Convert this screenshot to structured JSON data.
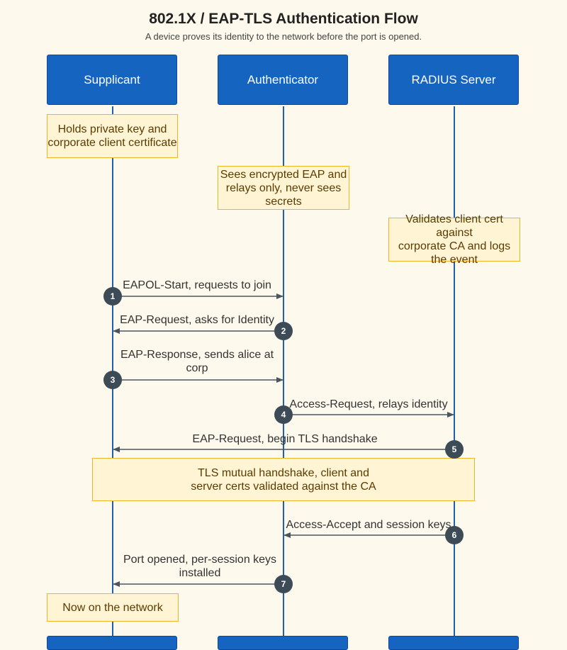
{
  "title": "802.1X / EAP-TLS Authentication Flow",
  "subtitle": "A device proves its identity to the network before the port is opened.",
  "colors": {
    "actor_fill": "#1565c0",
    "lifeline": "#1f5fb0",
    "note_fill": "#fff4d4",
    "note_border": "#f0b429",
    "arrow": "#4a5560",
    "badge": "#3d4b57",
    "background": "#fdf9ec"
  },
  "actors": [
    {
      "id": "supplicant",
      "label": "Supplicant"
    },
    {
      "id": "authenticator",
      "label": "Authenticator"
    },
    {
      "id": "radius",
      "label": "RADIUS Server"
    }
  ],
  "notes": [
    {
      "text": "Holds private key and\ncorporate client certificate",
      "over": "supplicant"
    },
    {
      "text": "Sees encrypted EAP and\nrelays only, never sees secrets",
      "over": "authenticator"
    },
    {
      "text": "Validates client cert against\ncorporate CA and logs the event",
      "over": "radius"
    },
    {
      "text": "TLS mutual handshake, client and\nserver certs validated against the CA",
      "over": "supplicant-radius"
    },
    {
      "text": "Now on the network",
      "over": "supplicant"
    }
  ],
  "messages": [
    {
      "step": "1",
      "label": "EAPOL-Start, requests to join",
      "from": "supplicant",
      "to": "authenticator"
    },
    {
      "step": "2",
      "label": "EAP-Request, asks for Identity",
      "from": "authenticator",
      "to": "supplicant"
    },
    {
      "step": "3",
      "label": "EAP-Response, sends alice at\ncorp",
      "from": "supplicant",
      "to": "authenticator"
    },
    {
      "step": "4",
      "label": "Access-Request, relays identity",
      "from": "authenticator",
      "to": "radius"
    },
    {
      "step": "5",
      "label": "EAP-Request, begin TLS handshake",
      "from": "radius",
      "to": "supplicant"
    },
    {
      "step": "6",
      "label": "Access-Accept and session keys",
      "from": "radius",
      "to": "authenticator"
    },
    {
      "step": "7",
      "label": "Port opened, per-session keys\ninstalled",
      "from": "authenticator",
      "to": "supplicant"
    }
  ]
}
